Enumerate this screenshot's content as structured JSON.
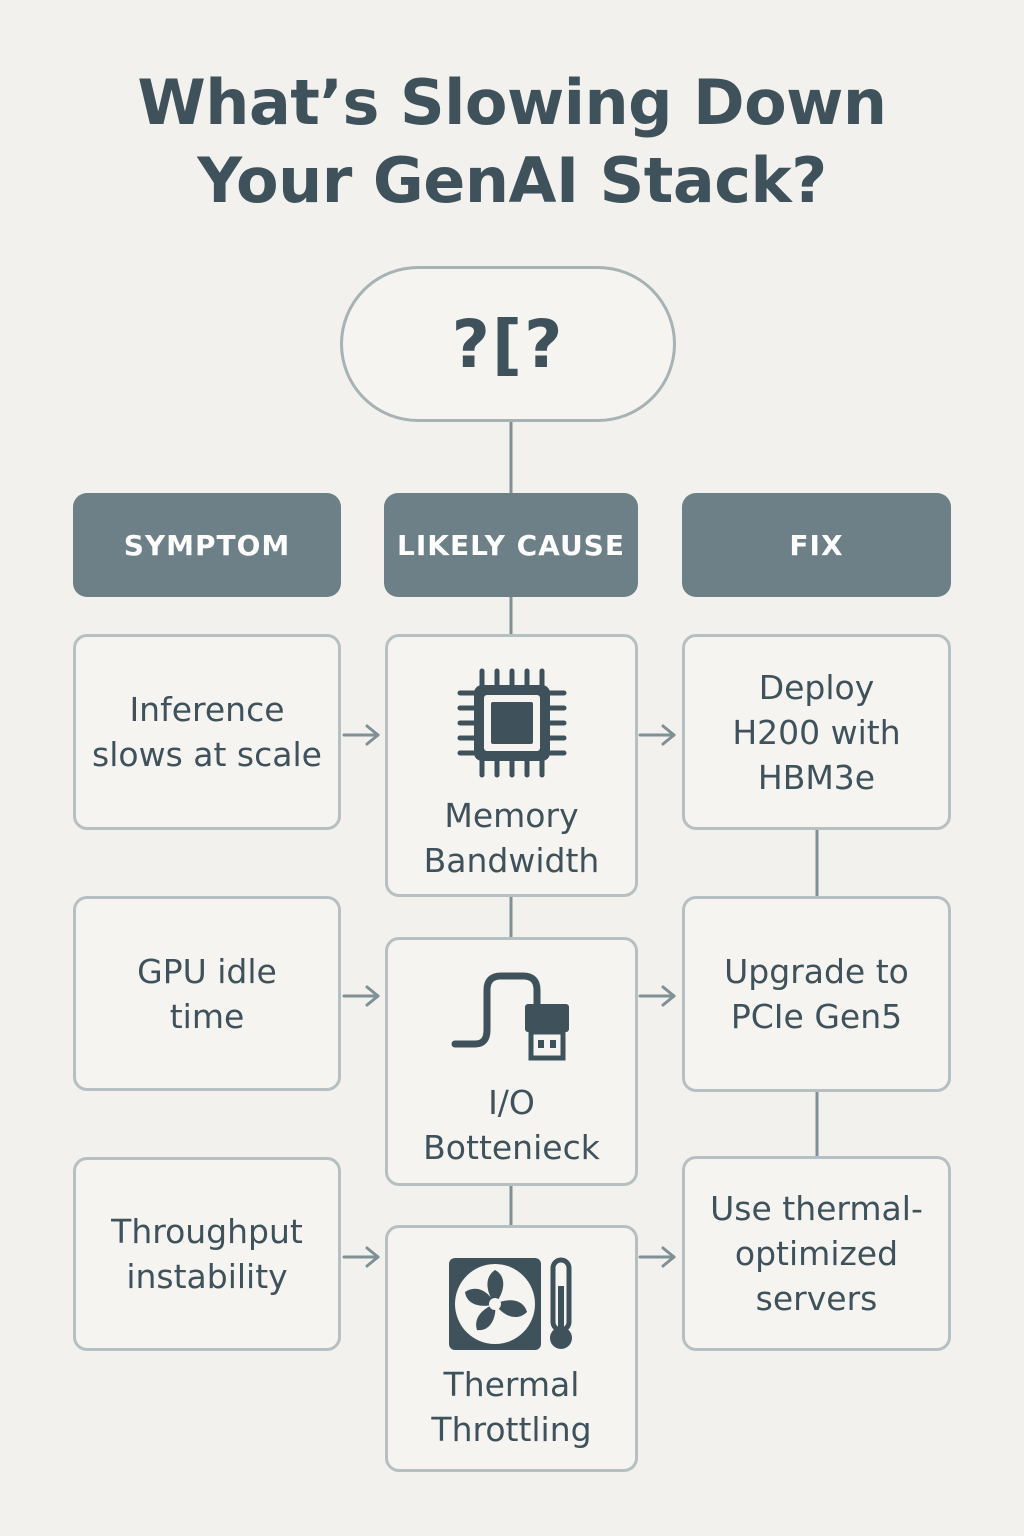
{
  "title": {
    "line1": "What’s Slowing Down",
    "line2": "Your GenAI Stack?"
  },
  "top_node": {
    "glyph": "?[?"
  },
  "headers": {
    "symptom": "SYMPTOM",
    "cause": "LIKELY CAUSE",
    "fix": "FIX"
  },
  "rows": [
    {
      "symptom": [
        "Inference",
        "slows at scale"
      ],
      "cause": [
        "Memory",
        "Bandwidth"
      ],
      "cause_icon": "chip-icon",
      "fix": [
        "Deploy",
        "H200 with",
        "HBM3e"
      ]
    },
    {
      "symptom": [
        "GPU idle",
        "time"
      ],
      "cause": [
        "I/O",
        "Bottenieck"
      ],
      "cause_icon": "cable-plug-icon",
      "fix": [
        "Upgrade to",
        "PCIe Gen5"
      ]
    },
    {
      "symptom": [
        "Throughput",
        "instability"
      ],
      "cause": [
        "Thermal",
        "Throttling"
      ],
      "cause_icon": "fan-thermometer-icon",
      "fix": [
        "Use thermal-",
        "optimized",
        "servers"
      ]
    }
  ],
  "colors": {
    "background": "#f2f1ed",
    "header_fill": "#6d8087",
    "text": "#3f525c",
    "border": "#b6bfc1",
    "connector": "#7f9096"
  }
}
